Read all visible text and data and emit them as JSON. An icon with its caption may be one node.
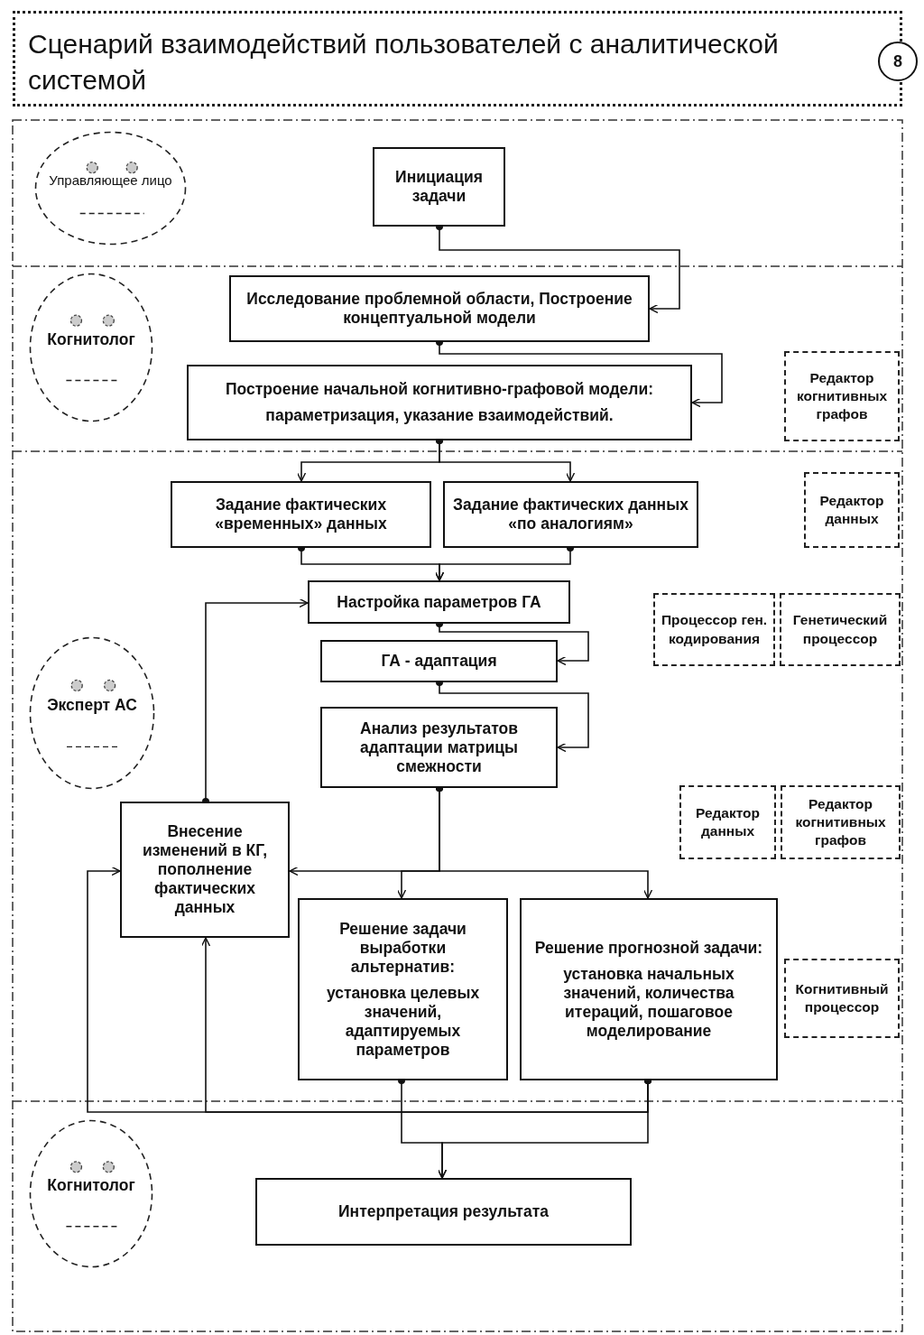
{
  "diagram": {
    "title": "Сценарий взаимодействий пользователей с  аналитической системой",
    "nodes": [
      {
        "text": [
          "Управляющее лицо"
        ]
      },
      {
        "text": [
          "Инициация задачи"
        ]
      },
      {
        "text": [
          "Когнитолог"
        ]
      },
      {
        "text": [
          "Исследование проблемной области, Построение концептуальной модели"
        ]
      },
      {
        "text": [
          "Построение начальной когнитивно-графовой модели:",
          "параметризация, указание взаимодействий."
        ]
      },
      {
        "text": [
          "Редактор когнитивных графов"
        ]
      },
      {
        "text": [
          "Задание фактических «временных» данных"
        ]
      },
      {
        "text": [
          "Задание фактических данных «по аналогиям»"
        ]
      },
      {
        "text": [
          "Редактор данных"
        ]
      },
      {
        "text": [
          "Настройка параметров ГА"
        ]
      },
      {
        "text": [
          "Процессор ген. кодирования"
        ]
      },
      {
        "text": [
          "Генетический процессор"
        ]
      },
      {
        "text": [
          "ГА - адаптация"
        ]
      },
      {
        "text": [
          "Эксперт АС"
        ]
      },
      {
        "text": [
          "Анализ результатов адаптации матрицы смежности"
        ]
      },
      {
        "text": [
          "Редактор данных"
        ]
      },
      {
        "text": [
          "Редактор когнитивных графов"
        ]
      },
      {
        "text": [
          "Внесение изменений в КГ, пополнение фактических данных"
        ]
      },
      {
        "text": [
          "Решение задачи выработки альтернатив:",
          "установка целевых значений, адаптируемых параметров"
        ]
      },
      {
        "text": [
          "Решение прогнозной задачи:",
          "установка начальных значений, количества итераций, пошаговое моделирование"
        ]
      },
      {
        "text": [
          "Когнитивный процессор"
        ]
      },
      {
        "text": [
          "Когнитолог"
        ]
      },
      {
        "text": [
          "Интерпретация результата"
        ]
      }
    ],
    "edges": [
      {
        "from": 1,
        "to": 3,
        "arrow": "to"
      },
      {
        "from": 3,
        "to": 4,
        "arrow": "to"
      },
      {
        "from": 4,
        "to": 6,
        "arrow": "to"
      },
      {
        "from": 4,
        "to": 7,
        "arrow": "to"
      },
      {
        "from": 6,
        "to": 9,
        "arrow": "to"
      },
      {
        "from": 7,
        "to": 9,
        "arrow": "to"
      },
      {
        "from": 9,
        "to": 12,
        "arrow": "to"
      },
      {
        "from": 12,
        "to": 14,
        "arrow": "to"
      },
      {
        "from": 14,
        "to": 17,
        "arrow": "to"
      },
      {
        "from": 14,
        "to": 18,
        "arrow": "to"
      },
      {
        "from": 14,
        "to": 19,
        "arrow": "to"
      },
      {
        "from": 17,
        "to": 9,
        "arrow": "to"
      },
      {
        "from": 19,
        "to": 17,
        "arrow": "to"
      },
      {
        "from": 19,
        "to": 17,
        "arrow": "to"
      },
      {
        "from": 18,
        "to": 22,
        "arrow": "to"
      },
      {
        "from": 19,
        "to": 22,
        "arrow": "to"
      }
    ],
    "labels": [
      "8"
    ]
  }
}
